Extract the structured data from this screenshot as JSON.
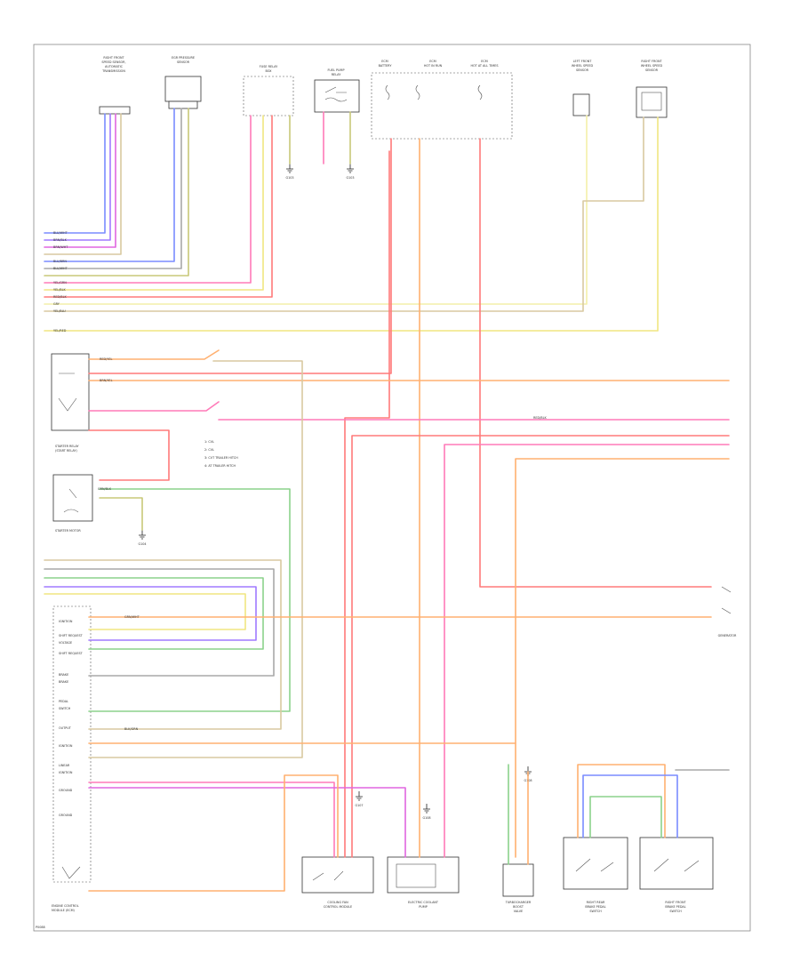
{
  "diagram": {
    "footer_code": "P0088",
    "top_components": [
      {
        "id": "trans",
        "label": [
          "RIGHT FRONT",
          "SPEED SENSOR,",
          "AUTOMATIC",
          "TRANSMISSION"
        ]
      },
      {
        "id": "egr",
        "label": [
          "EGR PRESSURE",
          "SENSOR"
        ]
      },
      {
        "id": "fuse",
        "label": [
          "FUSE RELAY",
          "BOX"
        ]
      },
      {
        "id": "fuelpump",
        "label": [
          "FUEL PUMP",
          "RELAY"
        ]
      },
      {
        "id": "ecm1",
        "label": [
          "ECM",
          "BATTERY"
        ]
      },
      {
        "id": "ecm2",
        "label": [
          "ECM",
          "HOT IN RUN"
        ]
      },
      {
        "id": "ecm3",
        "label": [
          "ECM",
          "HOT AT ALL TIMES"
        ]
      },
      {
        "id": "lfwss",
        "label": [
          "LEFT FRONT",
          "WHEEL SPEED",
          "SENSOR"
        ]
      },
      {
        "id": "rfwss",
        "label": [
          "RIGHT FRONT",
          "WHEEL SPEED",
          "SENSOR"
        ]
      }
    ],
    "left_components": [
      {
        "id": "starterrelay",
        "label": [
          "STARTER RELAY",
          "(START RELAY)"
        ]
      },
      {
        "id": "startermotor",
        "label": [
          "STARTER MOTOR"
        ]
      },
      {
        "id": "ecm_body",
        "label": [
          "ENGINE CONTROL",
          "MODULE (ECM)"
        ]
      }
    ],
    "bottom_components": [
      {
        "id": "cooling",
        "label": [
          "COOLING FAN",
          "CONTROL MODULE"
        ]
      },
      {
        "id": "eclp",
        "label": [
          "ELECTRIC COOLANT",
          "PUMP"
        ]
      },
      {
        "id": "turbo",
        "label": [
          "TURBOCHARGER",
          "BOOST",
          "VALVE"
        ]
      },
      {
        "id": "rrclutch",
        "label": [
          "RIGHT REAR",
          "BRAKE PEDAL",
          "SWITCH"
        ]
      },
      {
        "id": "rfclutch",
        "label": [
          "RIGHT FRONT",
          "BRAKE PEDAL",
          "SWITCH"
        ]
      }
    ],
    "right_components": [
      {
        "id": "generator",
        "label": [
          "GENERATOR"
        ]
      }
    ],
    "ecm_pin_labels": [
      "IGNITION",
      "SHIFT REQUEST",
      "VOLTAGE",
      "SHIFT REQUEST",
      "BRAKE",
      "BRAKE",
      "PEDAL",
      "SWITCH",
      "OUTPUT",
      "IGNITION",
      "LINEAR",
      "IGNITION",
      "GROUND",
      "GROUND"
    ],
    "legend_notes": [
      "1: CVL",
      "2: CVL",
      "3: CVT TRAILER HITCH",
      "4: AT TRAILER HITCH"
    ],
    "ground_labels": [
      "G103",
      "G103",
      "G104",
      "G107",
      "G108",
      "G108"
    ],
    "wire_codes": [
      "BLU/WHT",
      "BRN/BLK",
      "BRN/WHT",
      "BLU/BRN",
      "BLU/WHT",
      "YEL/GRN",
      "YEL/BLK",
      "RED/BLK",
      "GRY",
      "YEL/BLU",
      "YEL/RED",
      "RED/YEL",
      "BRN/YEL",
      "RED/BLK",
      "GRN/BLK",
      "GRN/WHT",
      "BLK/GRN"
    ]
  },
  "colors": {
    "red": "#ff7a7a",
    "pink": "#ff7ab8",
    "magenta": "#e066e0",
    "orange": "#ffb070",
    "yellow": "#f0e680",
    "lightyellow": "#f3efa8",
    "green": "#8bd28b",
    "blue": "#7a8cff",
    "violet": "#a07aff",
    "tan": "#d9c9a0",
    "gray": "#a8a8a8",
    "olive": "#c8c878",
    "black": "#222222"
  }
}
